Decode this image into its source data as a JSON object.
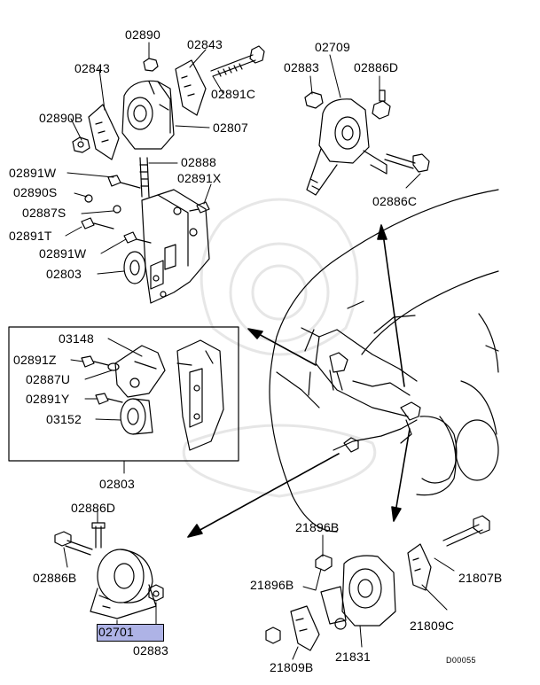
{
  "labels": {
    "p02890": "02890",
    "p02843a": "02843",
    "p02843b": "02843",
    "p02890b": "02890B",
    "p02891c": "02891C",
    "p02807": "02807",
    "p02888": "02888",
    "p02891w_a": "02891W",
    "p02891x": "02891X",
    "p02890s": "02890S",
    "p02887s": "02887S",
    "p02891t": "02891T",
    "p02891w_b": "02891W",
    "p02803a": "02803",
    "p02709": "02709",
    "p02883a": "02883",
    "p02886d_a": "02886D",
    "p02886c": "02886C",
    "p03148": "03148",
    "p02891z": "02891Z",
    "p02887u": "02887U",
    "p02891y": "02891Y",
    "p03152": "03152",
    "p02803b": "02803",
    "p02886d_b": "02886D",
    "p02886b": "02886B",
    "p02701": "02701",
    "p02883b": "02883",
    "p21896b_a": "21896B",
    "p21896b_b": "21896B",
    "p21807b": "21807B",
    "p21809c": "21809C",
    "p21809b": "21809B",
    "p21831": "21831"
  },
  "diagram_code": "D00055",
  "colors": {
    "highlight": "#aeb3e6",
    "ink": "#000000"
  }
}
